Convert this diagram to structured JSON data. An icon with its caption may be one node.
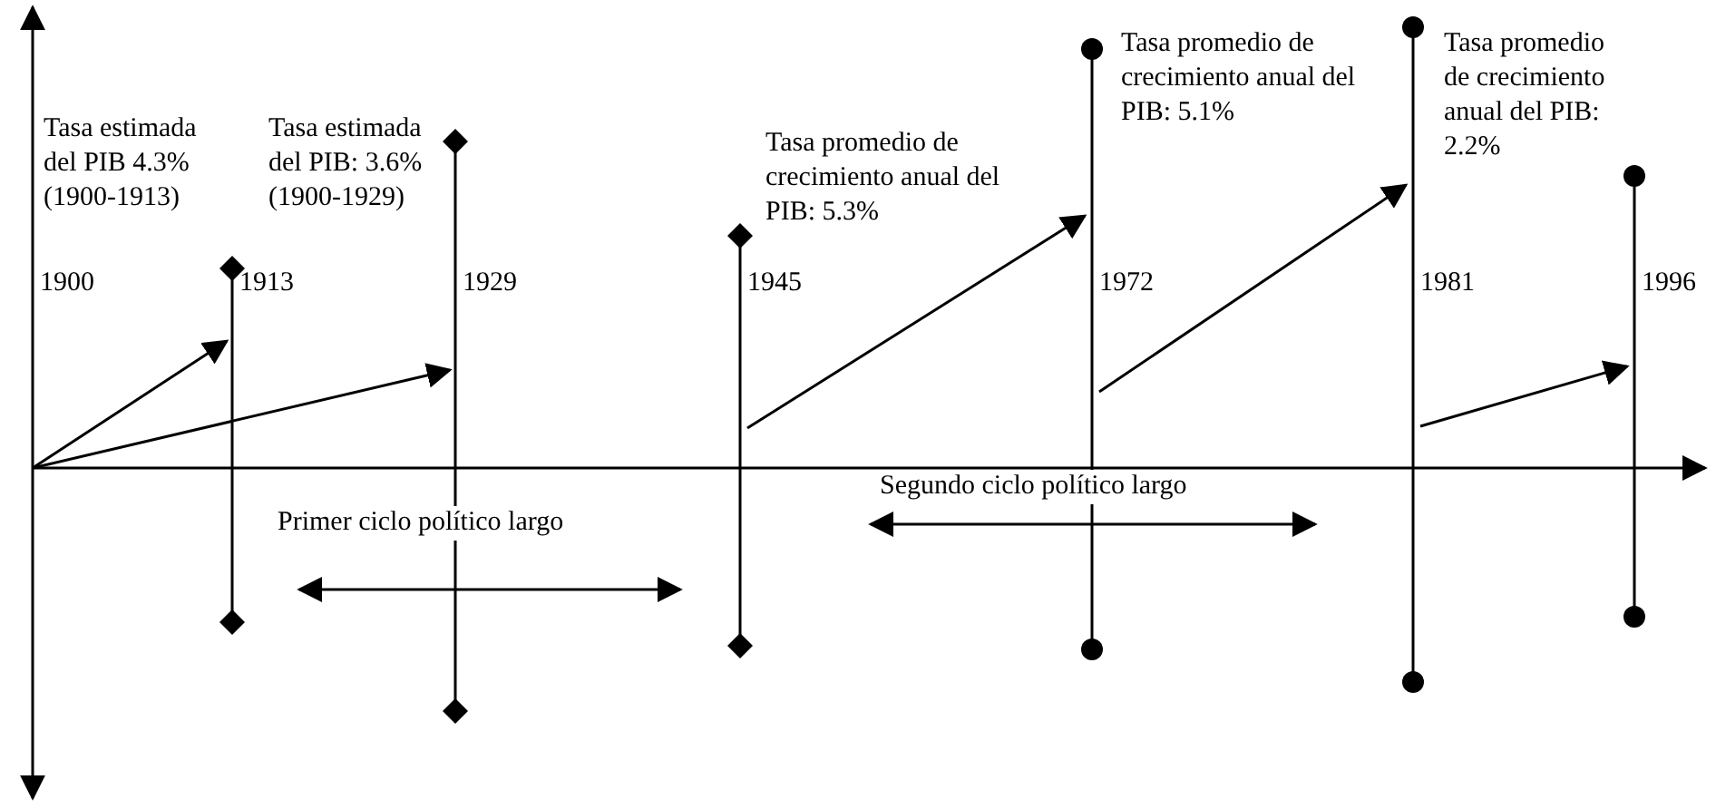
{
  "diagram": {
    "labels": [
      "Tasa estimada del PIB 4.3% (1900-1913)",
      "Tasa estimada del PIB: 3.6% (1900-1929)",
      "Tasa promedio de crecimiento anual del PIB: 5.3%",
      "Tasa promedio de crecimiento anual del PIB: 5.1%",
      "Tasa promedio de crecimiento anual del PIB: 2.2%",
      "1900",
      "1913",
      "1929",
      "1945",
      "1972",
      "1981",
      "1996",
      "Segundo ciclo político largo",
      "Primer ciclo político largo"
    ]
  }
}
